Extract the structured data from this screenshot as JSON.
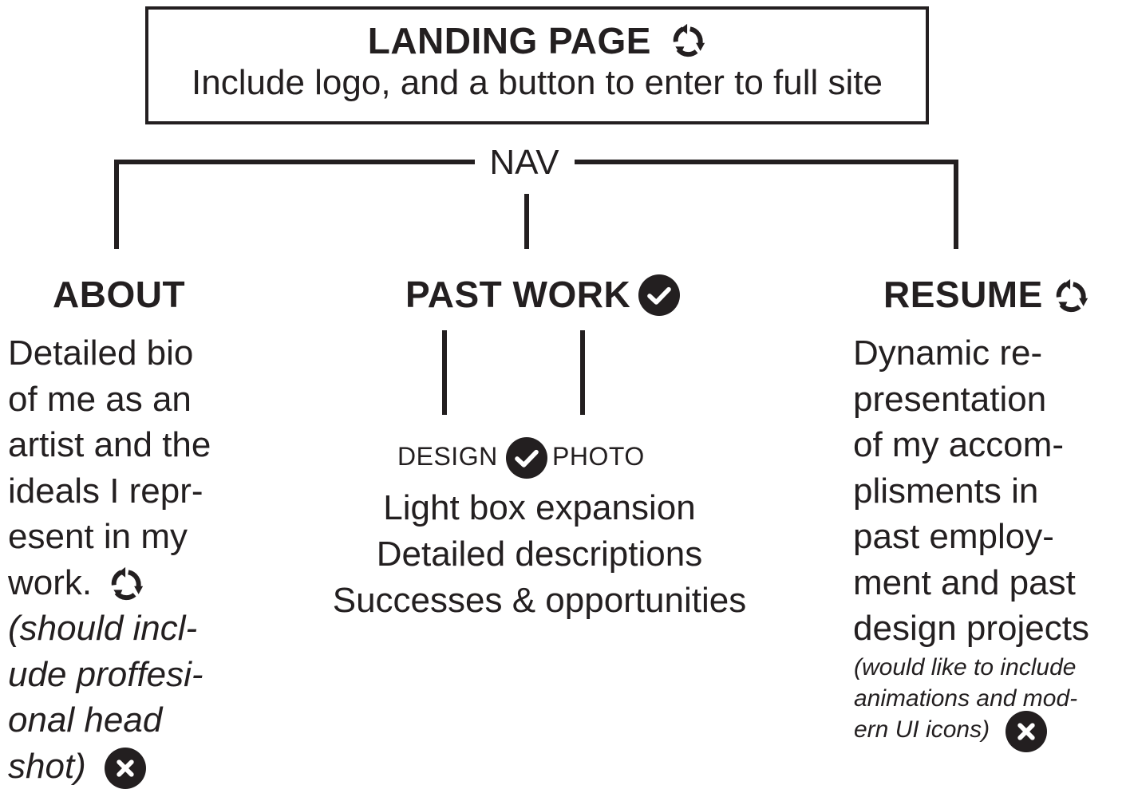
{
  "landing": {
    "title": "LANDING PAGE",
    "subtitle": "Include logo, and a button to enter to full site",
    "status_icon": "recycle-icon"
  },
  "nav": {
    "label": "NAV"
  },
  "about": {
    "title": "ABOUT",
    "description": "Detailed bio\nof me as an\nartist and the\nideals I repr-\nesent in my\nwork.",
    "note": "(should incl-\nude proffesi-\nonal head\nshot)",
    "description_icon": "recycle-icon",
    "note_icon": "x-circle-icon"
  },
  "past_work": {
    "title": "PAST WORK",
    "title_icon": "check-circle-icon",
    "branches": {
      "left": "DESIGN",
      "right": "PHOTO",
      "icon": "check-circle-icon"
    },
    "features": [
      "Light box expansion",
      "Detailed descriptions",
      "Successes & opportunities"
    ]
  },
  "resume": {
    "title": "RESUME",
    "title_icon": "recycle-icon",
    "description": "Dynamic re-\npresentation\nof my accom-\nplisments in\npast employ-\nment and past\ndesign projects",
    "note": "(would like to include\nanimations and mod-\nern UI icons)",
    "note_icon": "x-circle-icon"
  },
  "colors": {
    "ink": "#231f20",
    "background": "#ffffff"
  }
}
